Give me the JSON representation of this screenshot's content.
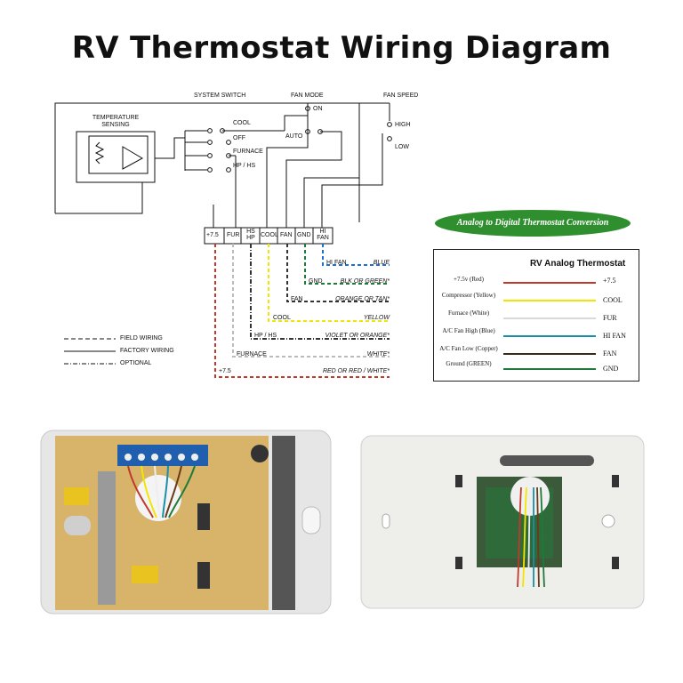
{
  "title": "RV Thermostat Wiring Diagram",
  "diagram": {
    "system_switch": "SYSTEM SWITCH",
    "fan_mode": "FAN MODE",
    "fan_speed": "FAN SPEED",
    "temp_sensing": "TEMPERATURE SENSING",
    "on": "ON",
    "auto": "AUTO",
    "high": "HIGH",
    "low": "LOW",
    "cool": "COOL",
    "off": "OFF",
    "furnace": "FURNACE",
    "hphs": "HP / HS",
    "terminals": [
      "+7.5",
      "FUR",
      "HS HP",
      "COOL",
      "FAN",
      "GND",
      "HI FAN"
    ],
    "wires": [
      {
        "label": "HI FAN",
        "color_label": "BLUE"
      },
      {
        "label": "GND",
        "color_label": "BLK OR GREEN*"
      },
      {
        "label": "FAN",
        "color_label": "ORANGE OR TAN*"
      },
      {
        "label": "COOL",
        "color_label": "YELLOW"
      },
      {
        "label": "HP / HS",
        "color_label": "VIOLET OR ORANGE*"
      },
      {
        "label": "FURNACE",
        "color_label": "WHITE*"
      },
      {
        "label": "+7.5",
        "color_label": "RED OR RED / WHITE*"
      }
    ],
    "legend": [
      "FIELD WIRING",
      "FACTORY WIRING",
      "OPTIONAL"
    ]
  },
  "conversion": {
    "title": "Analog to Digital Thermostat Conversion",
    "table_title": "RV Analog Thermostat",
    "rows": [
      {
        "left": "+7.5v (Red)",
        "right": "+7.5",
        "color": "#c0392b"
      },
      {
        "left": "Compressor (Yellow)",
        "right": "COOL",
        "color": "#f2e600"
      },
      {
        "left": "Furnace (White)",
        "right": "FUR",
        "color": "#d9d9d9"
      },
      {
        "left": "A/C Fan High (Blue)",
        "right": "HI FAN",
        "color": "#1a8fa8"
      },
      {
        "left": "A/C Fan Low (Copper)",
        "right": "FAN",
        "color": "#3a2a1a"
      },
      {
        "left": "Ground (GREEN)",
        "right": "GND",
        "color": "#1f7a3a"
      }
    ]
  }
}
